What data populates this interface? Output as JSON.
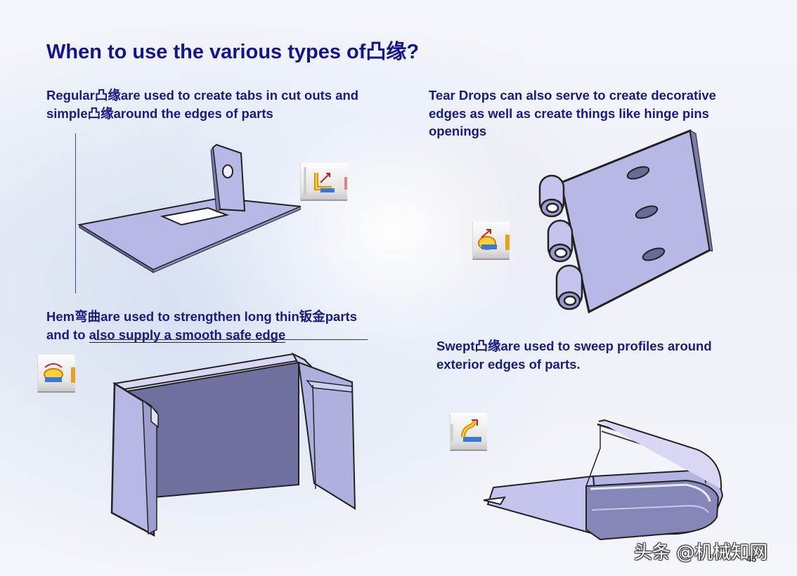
{
  "title": "When to use the various types of凸缘?",
  "sections": {
    "regular": {
      "line1": "Regular凸缘are used to create tabs in cut outs and",
      "line2": "simple凸缘around the edges of parts"
    },
    "tear_drops": {
      "line1": "Tear Drops can also serve to create decorative",
      "line2": "edges as well  as create things like hinge pins",
      "line3": "openings"
    },
    "hem": {
      "line1": "Hem弯曲are used to strengthen long thin钣金parts",
      "line2_a": "and to ",
      "line2_b": "also supply a smooth safe edge"
    },
    "swept": {
      "line1": "Swept凸缘are used to sweep profiles around",
      "line2": "exterior edges of parts."
    }
  },
  "icons": [
    "flange-tool-icon",
    "tear-drop-tool-icon",
    "hem-tool-icon",
    "swept-flange-tool-icon"
  ],
  "watermark": "头条 @机械知网",
  "page_number": "45",
  "colors": {
    "heading": "#14148c",
    "body_text": "#1a1a82",
    "part_fill": "#b8b8e6"
  }
}
